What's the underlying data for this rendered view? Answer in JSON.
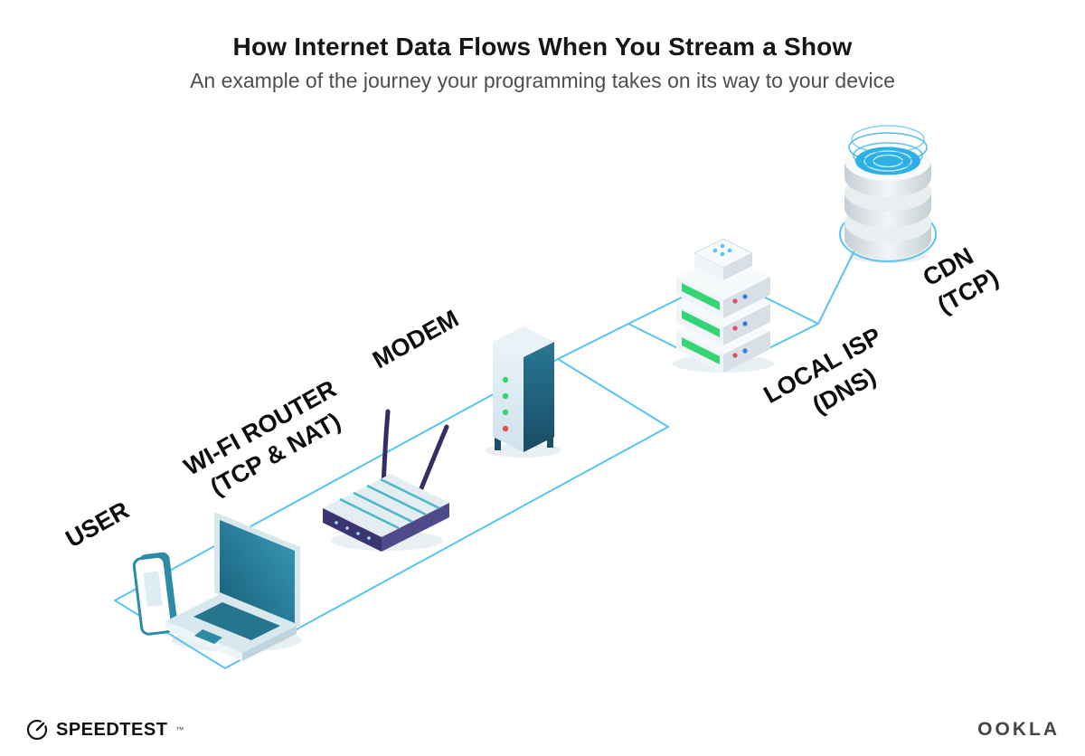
{
  "header": {
    "title": "How Internet Data Flows When You Stream a Show",
    "subtitle": "An example of the journey your programming takes on its way to your device"
  },
  "nodes": [
    {
      "id": "user",
      "label": "USER",
      "sublabel": ""
    },
    {
      "id": "router",
      "label": "WI-FI ROUTER",
      "sublabel": "(TCP & NAT)"
    },
    {
      "id": "modem",
      "label": "MODEM",
      "sublabel": ""
    },
    {
      "id": "isp",
      "label": "LOCAL ISP",
      "sublabel": "(DNS)"
    },
    {
      "id": "cdn",
      "label": "CDN",
      "sublabel": "(TCP)"
    }
  ],
  "footer": {
    "speedtest": "SPEEDTEST",
    "trademark": "™",
    "ookla": "OOKLA"
  },
  "colors": {
    "connector": "#55c5f2",
    "teal_dark": "#1e5a74",
    "teal": "#2e8ba6",
    "cdn_cyan": "#2fb0e4",
    "led_green": "#35d475",
    "led_red": "#e05252",
    "antenna_navy": "#332e63"
  }
}
